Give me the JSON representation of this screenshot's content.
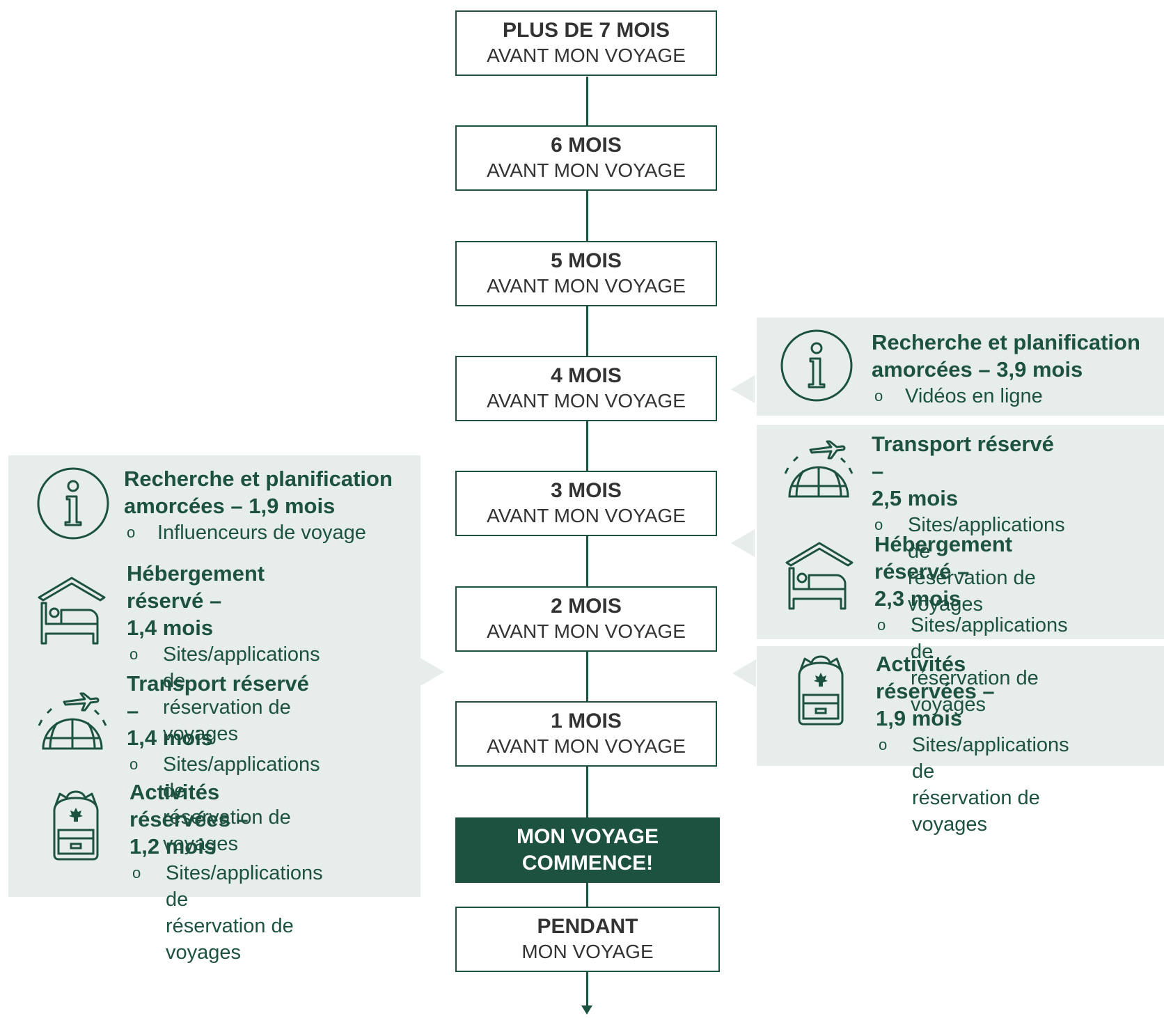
{
  "timeline": [
    {
      "strong": "PLUS DE 7 MOIS",
      "sub": "AVANT MON VOYAGE"
    },
    {
      "strong": "6 MOIS",
      "sub": "AVANT MON VOYAGE"
    },
    {
      "strong": "5 MOIS",
      "sub": "AVANT MON VOYAGE"
    },
    {
      "strong": "4 MOIS",
      "sub": "AVANT MON VOYAGE"
    },
    {
      "strong": "3 MOIS",
      "sub": "AVANT MON VOYAGE"
    },
    {
      "strong": "2 MOIS",
      "sub": "AVANT MON VOYAGE"
    },
    {
      "strong": "1 MOIS",
      "sub": "AVANT MON VOYAGE"
    },
    {
      "strong": "MON VOYAGE COMMENCE!",
      "sub": ""
    },
    {
      "strong": "PENDANT",
      "sub": "MON VOYAGE"
    }
  ],
  "colors": {
    "primary": "#1d5240",
    "panel": "#e6edea",
    "text": "#333333"
  },
  "right": [
    {
      "icon": "info-icon",
      "head1": "Recherche et planification",
      "head2": "amorcées – 3,9 mois",
      "b1": "Vidéos en ligne",
      "b2": ""
    },
    {
      "icon": "plane-globe-icon",
      "head1": "Transport réservé –",
      "head2": "2,5 mois",
      "b1": "Sites/applications de",
      "b2": "réservation de voyages"
    },
    {
      "icon": "bed-icon",
      "head1": "Hébergement réservé –",
      "head2": "2,3 mois",
      "b1": "Sites/applications de",
      "b2": "réservation de voyages"
    },
    {
      "icon": "backpack-icon",
      "head1": "Activités réservées –",
      "head2": "1,9 mois",
      "b1": "Sites/applications de",
      "b2": "réservation de voyages"
    }
  ],
  "left": [
    {
      "icon": "info-icon",
      "head1": "Recherche et planification",
      "head2": "amorcées – 1,9 mois",
      "b1": "Influenceurs de voyage",
      "b2": ""
    },
    {
      "icon": "bed-icon",
      "head1": "Hébergement réservé –",
      "head2": "1,4 mois",
      "b1": "Sites/applications de",
      "b2": "réservation de voyages"
    },
    {
      "icon": "plane-globe-icon",
      "head1": "Transport réservé –",
      "head2": "1,4 mois",
      "b1": "Sites/applications de",
      "b2": "réservation de voyages"
    },
    {
      "icon": "backpack-icon",
      "head1": "Activités réservées –",
      "head2": "1,2 mois",
      "b1": "Sites/applications de",
      "b2": "réservation de voyages"
    }
  ],
  "bullet_symbol": "o"
}
